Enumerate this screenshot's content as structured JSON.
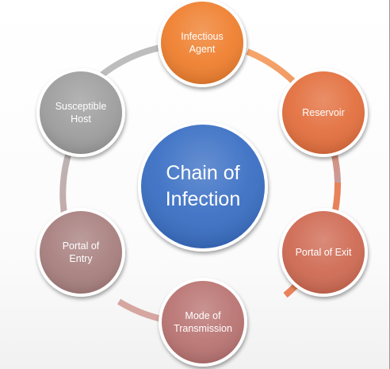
{
  "diagram": {
    "center": {
      "title": "Chain of\nInfection",
      "color": "#3a6fc4"
    },
    "nodes": [
      {
        "id": "infectious-agent",
        "label": "Infectious\nAgent",
        "color": "#ef7f2e"
      },
      {
        "id": "reservoir",
        "label": "Reservoir",
        "color": "#e36f3e"
      },
      {
        "id": "portal-of-exit",
        "label": "Portal of Exit",
        "color": "#cf6a53"
      },
      {
        "id": "mode-of-transmission",
        "label": "Mode of\nTransmission",
        "color": "#b97472"
      },
      {
        "id": "portal-of-entry",
        "label": "Portal of\nEntry",
        "color": "#a8807f"
      },
      {
        "id": "susceptible-host",
        "label": "Susceptible\nHost",
        "color": "#9e9e9e"
      }
    ]
  }
}
